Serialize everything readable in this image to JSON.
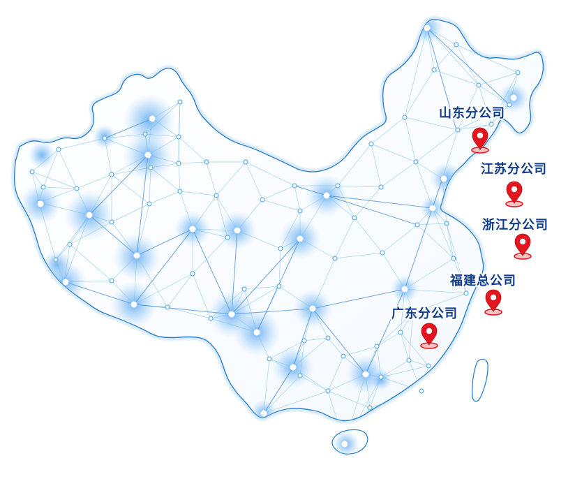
{
  "map": {
    "offices": [
      {
        "id": "shandong",
        "label": "山东分公司"
      },
      {
        "id": "jiangsu",
        "label": "江苏分公司"
      },
      {
        "id": "zhejiang",
        "label": "浙江分公司"
      },
      {
        "id": "fujian",
        "label": "福建总公司"
      },
      {
        "id": "guangdong",
        "label": "广东分公司"
      }
    ],
    "colors": {
      "label_text": "#0f3d8c",
      "pin": "#e3161f",
      "map_outline": "#2f80c8",
      "glow": "#7ab8f0",
      "network_line": "#69b9ea"
    },
    "icons": {
      "pin": "map-pin-icon",
      "node": "network-node-icon"
    }
  }
}
